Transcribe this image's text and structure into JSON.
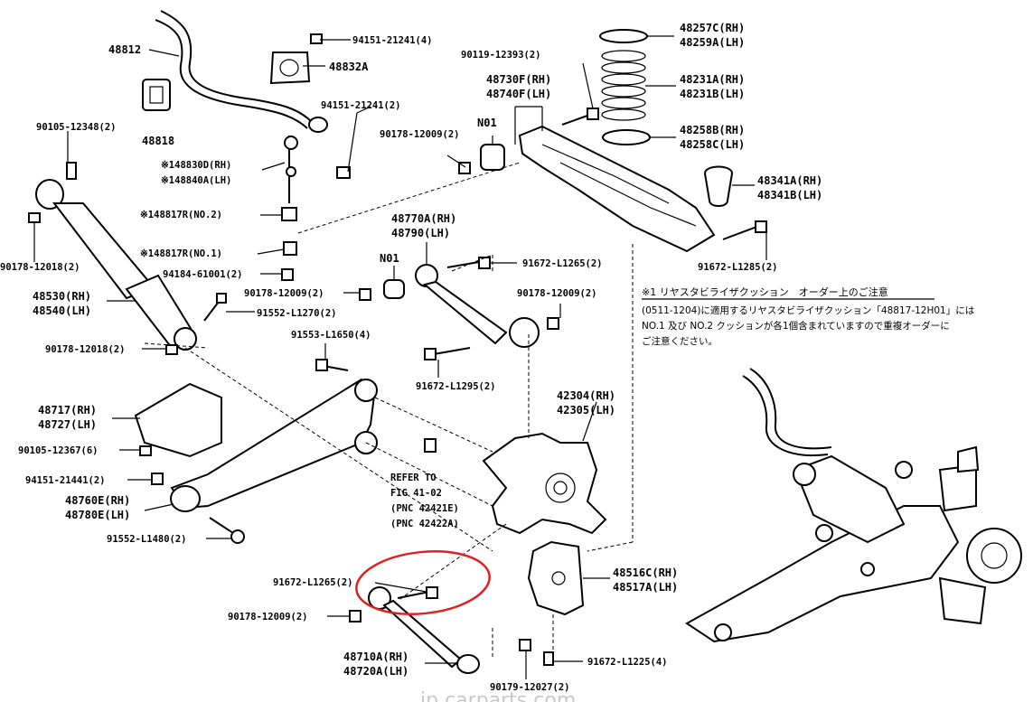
{
  "labels": {
    "p48812": "48812",
    "p48818": "48818",
    "p94151_21241_4": "94151-21241(4)",
    "p48832A": "48832A",
    "p94151_21241_2": "94151-21241(2)",
    "p90105_12348": "90105-12348(2)",
    "p48830D": "※148830D(RH)",
    "p48840A": "※148840A(LH)",
    "p48817R_2": "※148817R(NO.2)",
    "p48817R_1": "※148817R(NO.1)",
    "p94184": "94184-61001(2)",
    "p90178_12018_top": "90178-12018(2)",
    "p48530": "48530(RH)",
    "p48540": "48540(LH)",
    "p90178_12009_mid": "90178-12009(2)",
    "p91552_L1270": "91552-L1270(2)",
    "p90178_12018_bot": "90178-12018(2)",
    "p91553_L1650": "91553-L1650(4)",
    "p48717": "48717(RH)",
    "p48727": "48727(LH)",
    "p90105_12367": "90105-12367(6)",
    "p94151_21441": "94151-21441(2)",
    "p48760E": "48760E(RH)",
    "p48780E": "48780E(LH)",
    "p91552_L1480": "91552-L1480(2)",
    "p91672_L1265_low": "91672-L1265(2)",
    "p90178_12009_low": "90178-12009(2)",
    "p48710A": "48710A(RH)",
    "p48720A": "48720A(LH)",
    "p90179_12027": "90179-12027(2)",
    "p91672_L1225": "91672-L1225(4)",
    "p48516C": "48516C(RH)",
    "p48517A": "48517A(LH)",
    "refer1": "REFER TO",
    "refer2": "FIG 41-02",
    "refer3": "(PNC 42421E)",
    "refer4": "(PNC 42422A)",
    "p42304": "42304(RH)",
    "p42305": "42305(LH)",
    "p90178_12009_r": "90178-12009(2)",
    "p91672_L1295": "91672-L1295(2)",
    "p91672_L1265_mid": "91672-L1265(2)",
    "p48770A": "48770A(RH)",
    "p48790": "48790(LH)",
    "n01_a": "N01",
    "n01_b": "N01",
    "p90178_12009_top": "90178-12009(2)",
    "p48730F": "48730F(RH)",
    "p48740F": "48740F(LH)",
    "p90119_12393": "90119-12393(2)",
    "p48257C": "48257C(RH)",
    "p48259A": "48259A(LH)",
    "p48231A": "48231A(RH)",
    "p48231B": "48231B(LH)",
    "p48258B": "48258B(RH)",
    "p48258C": "48258C(LH)",
    "p48341A": "48341A(RH)",
    "p48341B": "48341B(LH)",
    "p91672_L1285": "91672-L1285(2)",
    "note_title": "※1 リヤスタビライザクッション　オーダー上のご注意",
    "note_line1": "(0511-1204)に適用するリヤスタビライザクッション「48817-12H01」には",
    "note_line2": "NO.1 及び NO.2 クッションが各1個含まれていますので重複オーダーに",
    "note_line3": "ご注意ください。",
    "watermark": "jp.carparts.com"
  },
  "colors": {
    "ink": "#000000",
    "highlight": "#e02020",
    "watermark": "#c8c8c8"
  }
}
